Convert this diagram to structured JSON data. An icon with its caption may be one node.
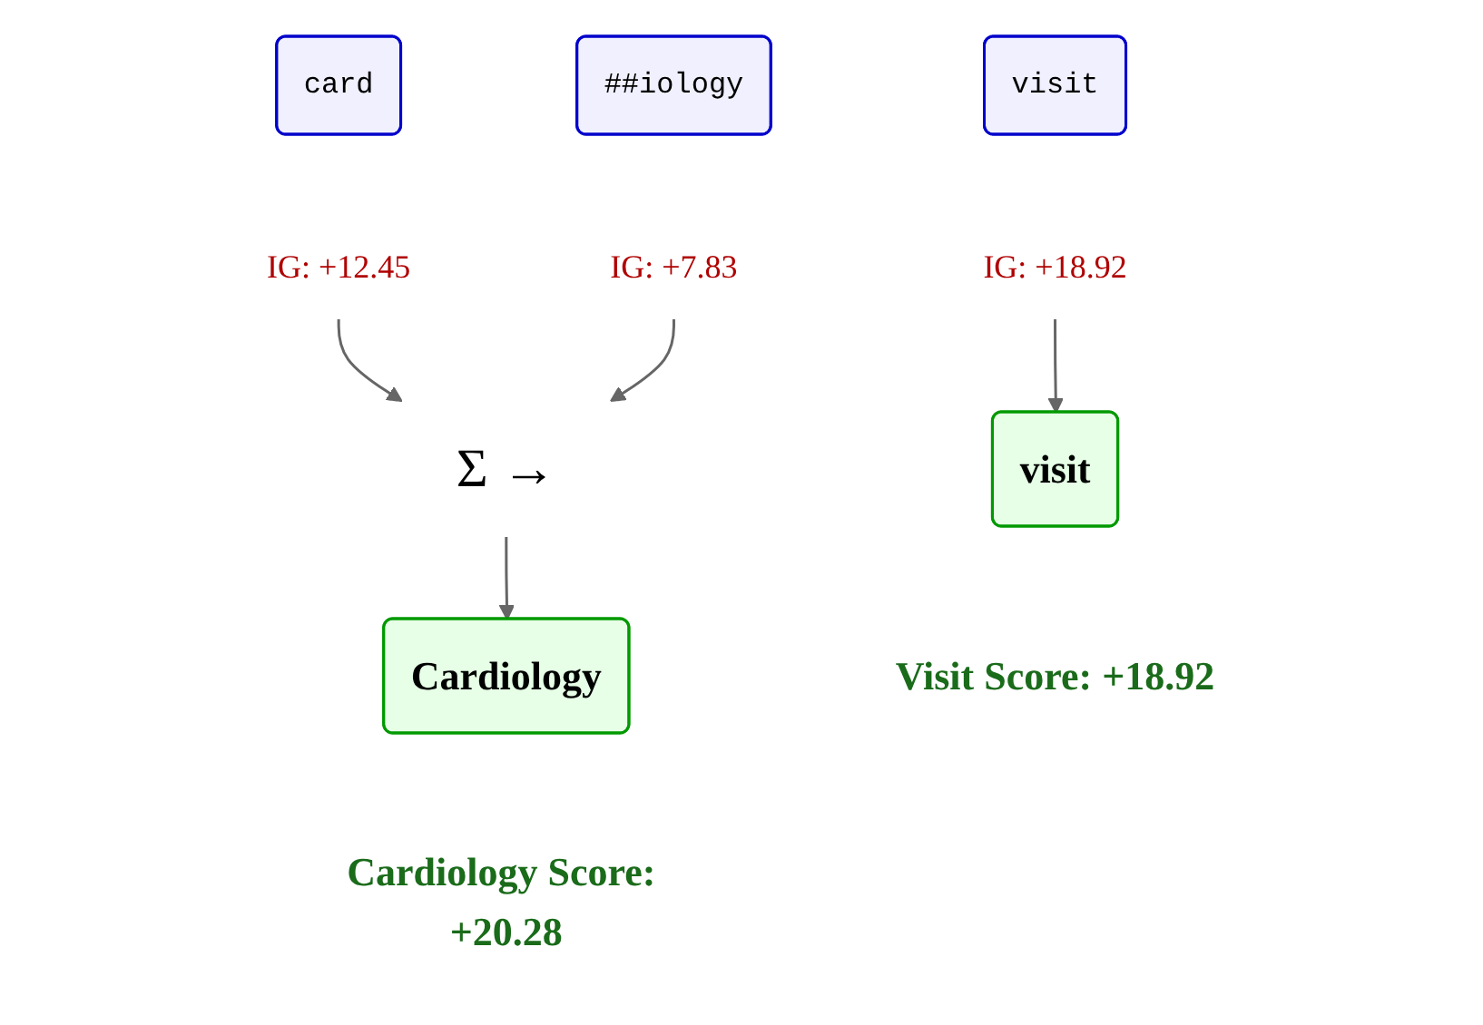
{
  "diagram": {
    "nodes": [
      {
        "text": [
          "card"
        ]
      },
      {
        "text": [
          "##iology"
        ]
      },
      {
        "text": [
          "visit"
        ]
      },
      {
        "text": [
          "IG: +12.45"
        ]
      },
      {
        "text": [
          "IG: +7.83"
        ]
      },
      {
        "text": [
          "IG: +18.92"
        ]
      },
      {
        "text": [
          "Σ →"
        ]
      },
      {
        "text": [
          "Cardiology"
        ],
        "beside": [
          "Cardiology Score: +20.28"
        ]
      },
      {
        "text": [
          "visit"
        ],
        "beside": [
          "Visit Score: +18.92"
        ]
      }
    ],
    "edges": [
      {
        "from": 3,
        "to": 6,
        "arrow": "to"
      },
      {
        "from": 4,
        "to": 6,
        "arrow": "to"
      },
      {
        "from": 6,
        "to": 7,
        "arrow": "to"
      },
      {
        "from": 5,
        "to": 8,
        "arrow": "to"
      }
    ]
  }
}
